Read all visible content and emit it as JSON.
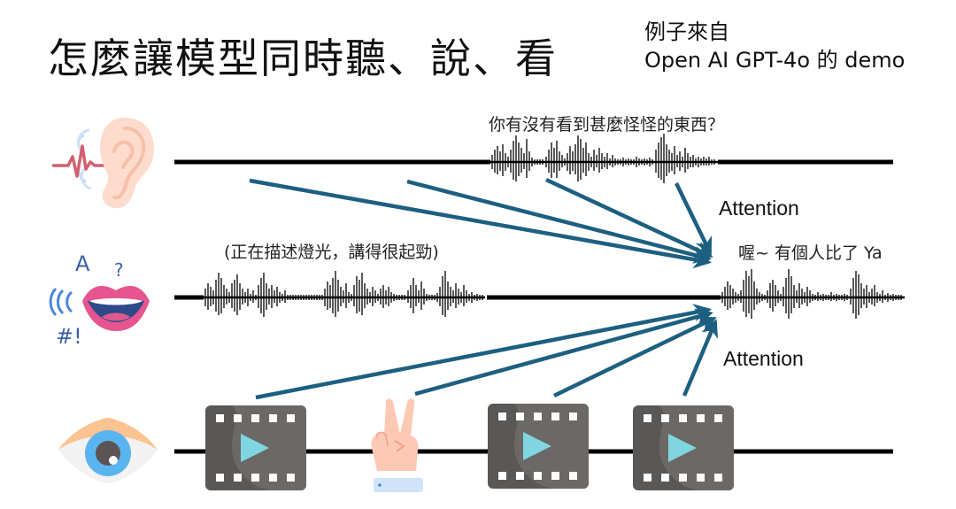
{
  "header": {
    "title": "怎麼讓模型同時聽、說、看",
    "source_line1": "例子來自",
    "source_line2": "Open AI GPT-4o 的 demo"
  },
  "tracks": [
    {
      "name": "listen",
      "icon": "ear-icon",
      "speech_label": "你有沒有看到甚麼怪怪的東西？"
    },
    {
      "name": "speak",
      "icon": "mouth-icon",
      "speech_label": "(正在描述燈光，講得很起勁)",
      "response_label": "喔~ 有個人比了 Ya"
    },
    {
      "name": "see",
      "icon": "eye-icon",
      "frames": [
        "video-frame-icon",
        "peace-hand-icon",
        "video-frame-icon",
        "video-frame-icon"
      ]
    }
  ],
  "annotations": {
    "attention_top": "Attention",
    "attention_bottom": "Attention"
  },
  "colors": {
    "arrow": "#1d5f80",
    "timeline": "#000000",
    "film": "#5a5856",
    "play": "#7fd6e0",
    "ear": "#fcd9c9",
    "lips": "#e04f8a",
    "eye_iris": "#5ab4f0"
  }
}
